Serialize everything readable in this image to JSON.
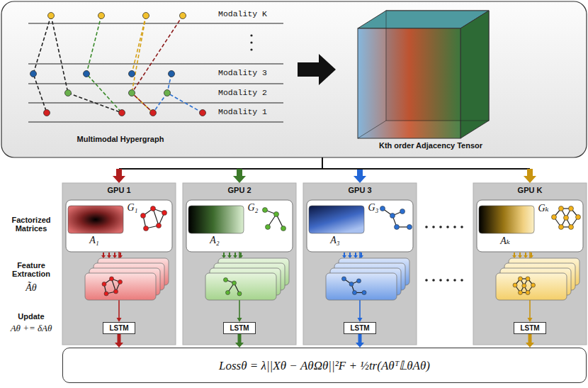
{
  "diagram": {
    "nodes": [
      {
        "text": [
          "Multimodal Hypergraph",
          "Kth order Adjacency Tensor"
        ]
      },
      {
        "text": [
          "GPU 1"
        ]
      },
      {
        "text": [
          "GPU 2"
        ]
      },
      {
        "text": [
          "GPU 3"
        ]
      },
      {
        "text": [
          "GPU K"
        ]
      },
      {
        "text": [
          "A₁",
          "G₁"
        ],
        "in": 1
      },
      {
        "text": [
          "LSTM"
        ],
        "in": 1
      },
      {
        "text": [
          "A₂",
          "G₂"
        ],
        "in": 2
      },
      {
        "text": [
          "LSTM"
        ],
        "in": 2
      },
      {
        "text": [
          "A₃",
          "G₃"
        ],
        "in": 3
      },
      {
        "text": [
          "LSTM"
        ],
        "in": 3
      },
      {
        "text": [
          "Aₖ",
          "Gₖ"
        ],
        "in": 4
      },
      {
        "text": [
          "LSTM"
        ],
        "in": 4
      },
      {
        "text": [
          "Lossθ = λ||Xθ − AθΩθ||²F + ½tr(Aθᵀ𝕃θAθ)"
        ]
      }
    ],
    "edges": [
      {
        "from": 0,
        "to": 1,
        "arrow": "to"
      },
      {
        "from": 0,
        "to": 2,
        "arrow": "to"
      },
      {
        "from": 0,
        "to": 3,
        "arrow": "to"
      },
      {
        "from": 0,
        "to": 4,
        "arrow": "to"
      },
      {
        "from": 5,
        "to": 6,
        "arrow": "to"
      },
      {
        "from": 7,
        "to": 8,
        "arrow": "to"
      },
      {
        "from": 9,
        "to": 10,
        "arrow": "to"
      },
      {
        "from": 11,
        "to": 12,
        "arrow": "to"
      },
      {
        "from": 6,
        "to": 13,
        "arrow": "to"
      },
      {
        "from": 8,
        "to": 13,
        "arrow": "to"
      },
      {
        "from": 10,
        "to": 13,
        "arrow": "to"
      },
      {
        "from": 12,
        "to": 13,
        "arrow": "to"
      }
    ],
    "labels": [
      "Modality K",
      "Modality 3",
      "Modality 2",
      "Modality 1",
      "Factorized Matrices",
      "Feature Extraction",
      "Ãθ",
      "Update",
      "Aθ += δAθ"
    ]
  }
}
